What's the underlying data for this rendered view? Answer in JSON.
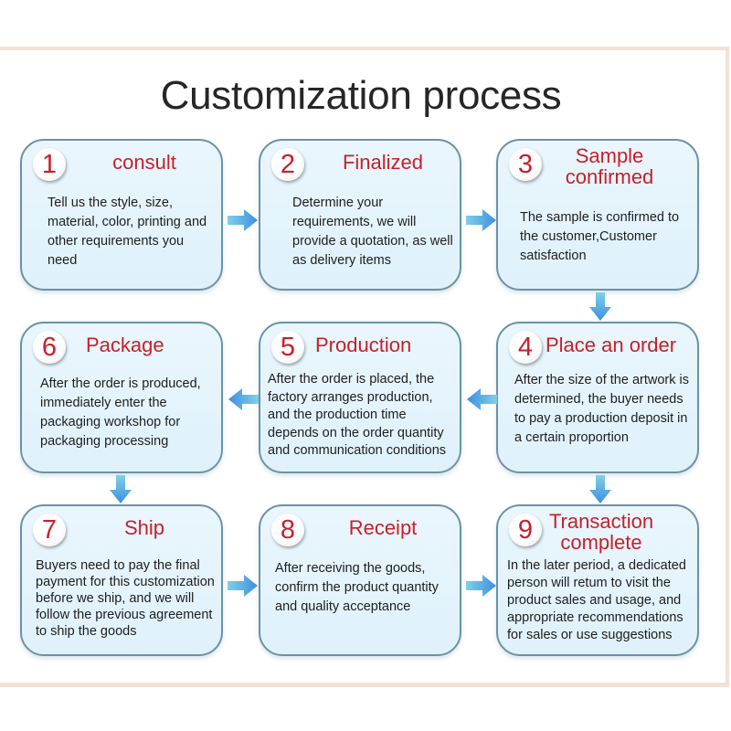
{
  "title": "Customization process",
  "colors": {
    "accent_red": "#c8202a",
    "card_border": "#6b93a6",
    "card_fill": "#e4f4fc",
    "arrow_blue": "#4a9be0",
    "frame": "#f2e2d6"
  },
  "steps": [
    {
      "number": "1",
      "title": "consult",
      "body": "Tell us the style, size, material, color, printing and other requirements you need"
    },
    {
      "number": "2",
      "title": "Finalized",
      "body": "Determine your requirements, we will provide a quotation, as well as delivery items"
    },
    {
      "number": "3",
      "title": "Sample confirmed",
      "body": "The sample is confirmed to the customer,Customer satisfaction"
    },
    {
      "number": "4",
      "title": "Place an order",
      "body": "After the size of the artwork is determined, the buyer needs to pay a production deposit in a certain proportion"
    },
    {
      "number": "5",
      "title": "Production",
      "body": "After the order is placed, the factory arranges production, and the production time depends on the order quantity and communication conditions"
    },
    {
      "number": "6",
      "title": "Package",
      "body": "After the order is produced, immediately enter the packaging workshop for packaging processing"
    },
    {
      "number": "7",
      "title": "Ship",
      "body": "Buyers need to pay the final payment for this customization before we ship, and we will follow the previous agreement to ship the goods"
    },
    {
      "number": "8",
      "title": "Receipt",
      "body": "After receiving the goods, confirm the product quantity and quality acceptance"
    },
    {
      "number": "9",
      "title": "Transaction complete",
      "body": "In the later period, a dedicated person will retum to visit the product sales and usage, and appropriate recommendations for sales or use suggestions"
    }
  ],
  "arrows": [
    {
      "from": "1",
      "to": "2",
      "direction": "right"
    },
    {
      "from": "2",
      "to": "3",
      "direction": "right"
    },
    {
      "from": "3",
      "to": "4",
      "direction": "down"
    },
    {
      "from": "4",
      "to": "5",
      "direction": "left"
    },
    {
      "from": "5",
      "to": "6",
      "direction": "left"
    },
    {
      "from": "6",
      "to": "7",
      "direction": "down"
    },
    {
      "from": "7",
      "to": "8",
      "direction": "right"
    },
    {
      "from": "8",
      "to": "9",
      "direction": "right"
    },
    {
      "from": "4",
      "to": "9",
      "direction": "down"
    }
  ]
}
